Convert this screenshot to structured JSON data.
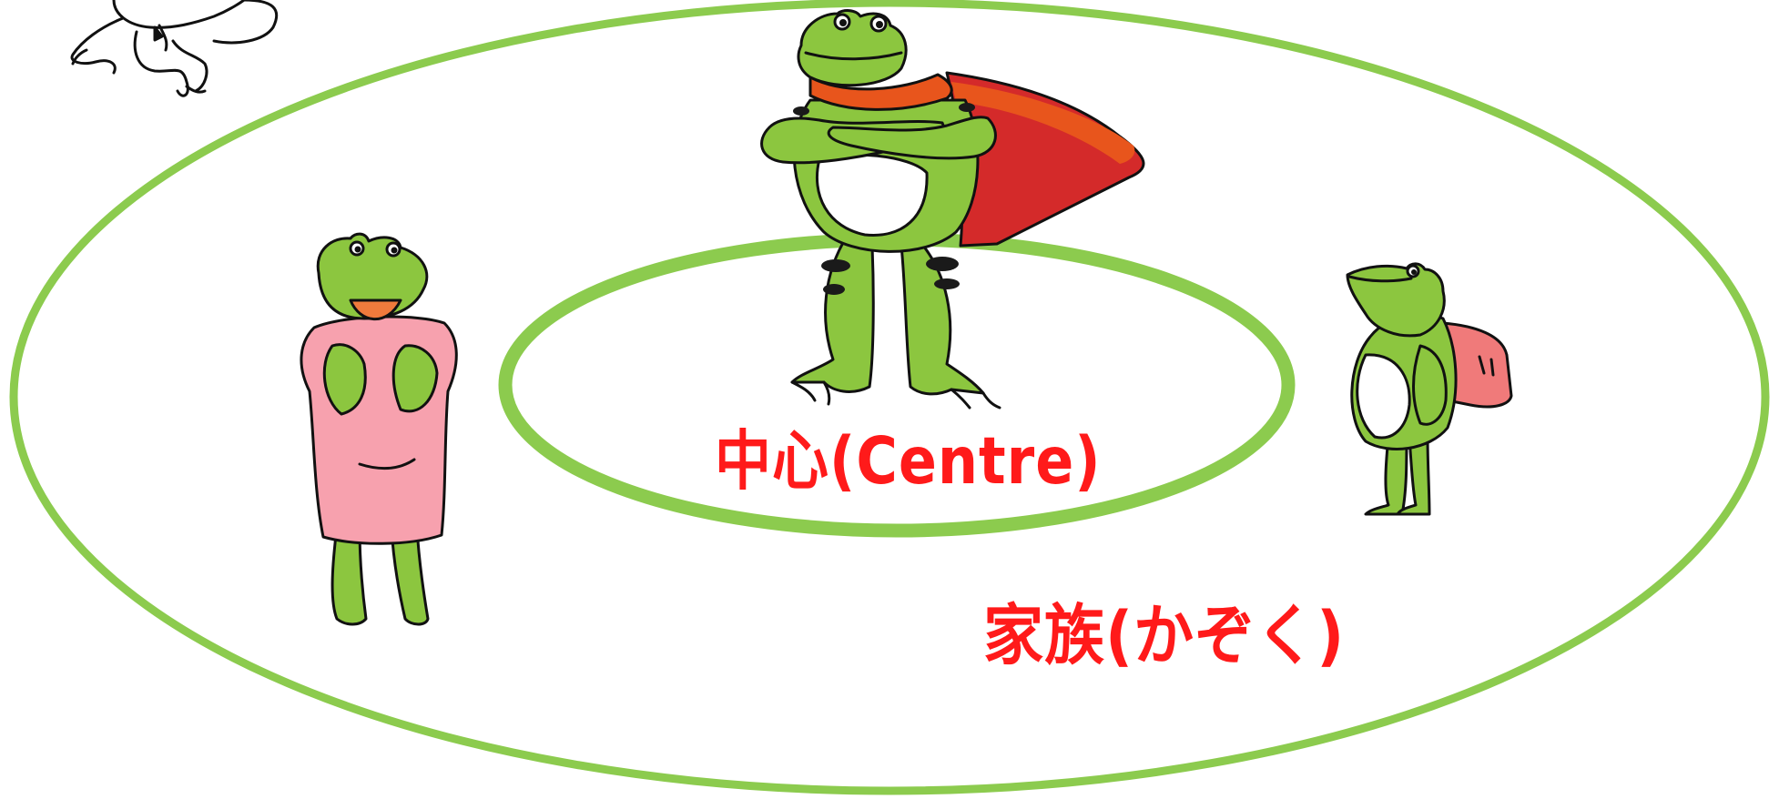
{
  "diagram": {
    "centre_label": "中心(Centre)",
    "family_label": "家族(かぞく)"
  },
  "colors": {
    "ring": "#8ccb4e",
    "label": "#ff1a1a",
    "frog_green": "#8cc63f",
    "frog_belly": "#ffffff",
    "frog_spots": "#1a1a1a",
    "cape_outer": "#d42a2a",
    "scarf": "#e8551c",
    "dress": "#f7a1ae",
    "backpack": "#f07a7a"
  },
  "illustrations": {
    "hero_frog": "hero-frog-with-cape",
    "mother_frog": "frog-in-pink-dress",
    "child_frog": "frog-with-backpack",
    "corner_frog": "sketched-frog-fragment"
  }
}
